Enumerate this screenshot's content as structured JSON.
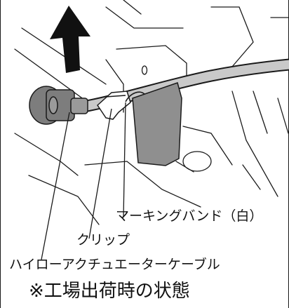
{
  "labels": {
    "marking_band": "マーキングバンド（白）",
    "clip": "クリップ",
    "cable": "ハイローアクチュエーターケーブル"
  },
  "note": "※工場出荷時の状態",
  "colors": {
    "outline": "#1a1a1a",
    "cable_fill": "#c9c9c9",
    "connector_fill": "#7d7d7d",
    "band_fill": "#8f8f8f",
    "arrow_fill": "#111111"
  },
  "icons": {
    "arrow": "up-arrow-icon"
  }
}
